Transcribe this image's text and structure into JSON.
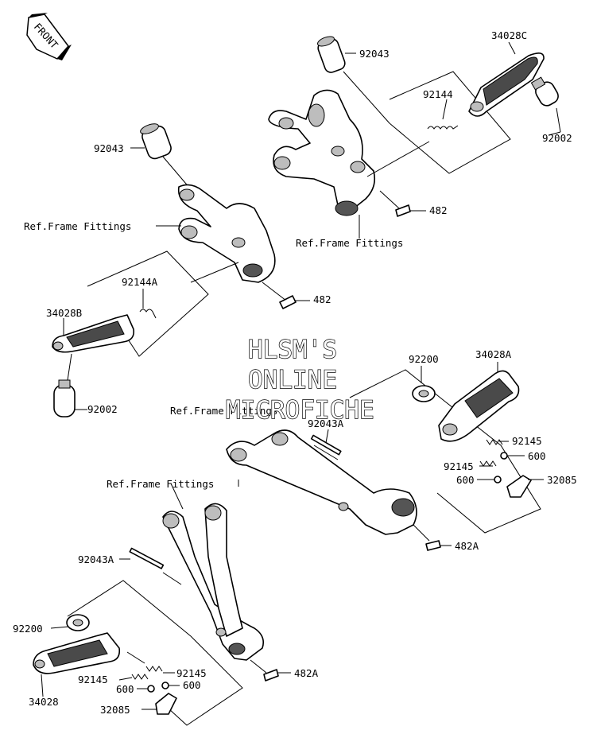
{
  "front_arrow": {
    "text": "FRONT"
  },
  "watermark": {
    "line1": "HLSM'S",
    "line2": "ONLINE",
    "line3": "MICROFICHE"
  },
  "labels": {
    "92043_top": "92043",
    "34028C": "34028C",
    "92144": "92144",
    "92002_right": "92002",
    "92043_left": "92043",
    "482_top": "482",
    "ref_frame_1": "Ref.Frame Fittings",
    "ref_frame_2": "Ref.Frame Fittings",
    "92144A": "92144A",
    "482_mid": "482",
    "34028B": "34028B",
    "92002_left": "92002",
    "92200_right": "92200",
    "34028A": "34028A",
    "ref_frame_3": "Ref.Frame Fittings",
    "92043A_mid": "92043A",
    "92145_r1": "92145",
    "600_r1": "600",
    "92145_r2": "92145",
    "600_r2": "600",
    "32085_right": "32085",
    "482A_right": "482A",
    "ref_frame_4": "Ref.Frame Fittings",
    "92043A_left": "92043A",
    "92200_left": "92200",
    "92145_b1": "92145",
    "92145_b2": "92145",
    "600_b1": "600",
    "600_b2": "600",
    "482A_bottom": "482A",
    "34028": "34028",
    "32085_bottom": "32085"
  }
}
